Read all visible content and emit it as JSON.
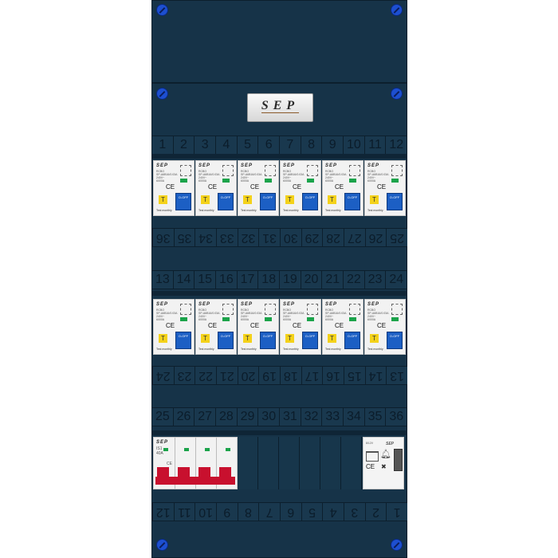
{
  "brand": "SEP",
  "rows": {
    "row1_top": [
      "1",
      "2",
      "3",
      "4",
      "5",
      "6",
      "7",
      "8",
      "9",
      "10",
      "11",
      "12"
    ],
    "row1_bottom": [
      "25",
      "26",
      "27",
      "28",
      "29",
      "30",
      "31",
      "32",
      "33",
      "34",
      "35",
      "36"
    ],
    "row2_top": [
      "13",
      "14",
      "15",
      "16",
      "17",
      "18",
      "19",
      "20",
      "21",
      "22",
      "23",
      "24"
    ],
    "row2_bottom": [
      "13",
      "14",
      "15",
      "16",
      "17",
      "18",
      "19",
      "20",
      "21",
      "22",
      "23",
      "24"
    ],
    "row3_top": [
      "25",
      "26",
      "27",
      "28",
      "29",
      "30",
      "31",
      "32",
      "33",
      "34",
      "35",
      "36"
    ],
    "row3_bottom": [
      "1",
      "2",
      "3",
      "4",
      "5",
      "6",
      "7",
      "8",
      "9",
      "10",
      "11",
      "12"
    ]
  },
  "rcbo": {
    "logo": "SEP",
    "type": "RCBO",
    "model": "SP-A6B16/0.03A",
    "voltage": "240V~",
    "rating": "6000A",
    "ce": "CE",
    "test_label": "T",
    "toggle_label": "O-OFF",
    "test_note": "Test monthly"
  },
  "main_switch": {
    "logo": "SEP",
    "type": "IS1",
    "rating": "40A",
    "ce": "CE"
  },
  "bell_transformer": {
    "logo": "SEP",
    "ce": "CE",
    "rating": "8/12V"
  },
  "colors": {
    "panel": "#163348",
    "screw": "#1d4fd0",
    "toggle": "#1c5fc4",
    "test": "#f4d21a",
    "main_toggle": "#c8102e"
  }
}
